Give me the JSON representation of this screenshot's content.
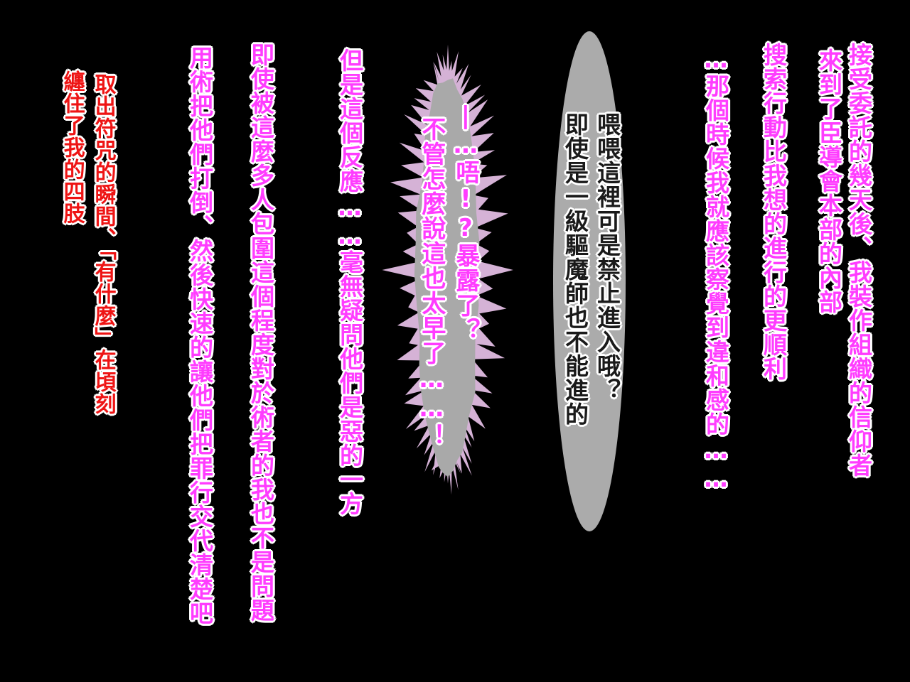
{
  "colors": {
    "background": "#000000",
    "narration_pink": "#ff3cff",
    "caption_red": "#ee1414",
    "speech_ink": "#1a1a1a",
    "outline_white": "#ffffff",
    "bubble_gray": "#ababab",
    "burst_spikes_pink": "#d5b2d6",
    "burst_core_gray": "#a9a9a9"
  },
  "narration": {
    "lines": [
      "接受委託的幾天後、我裝作組織的信仰者",
      "來到了臣導會本部的內部",
      "搜索行動比我想的進行的更順利",
      "…那個時候我就應該察覺到違和感的……",
      "但是這個反應……毫無疑問他們是惡的一方",
      "即使被這麼多人包圍這個程度對於術者的我也不是問題",
      "用術把他們打倒、然後快速的讓他們把罪行交代清楚吧"
    ]
  },
  "speech_ellipse": {
    "lines": [
      "喂喂這裡可是禁止進入哦？",
      "即使是一級驅魔師也不能進的"
    ]
  },
  "speech_burst": {
    "lines": [
      "|…唔!?暴露了？",
      "不管怎麼說這也太早了……！"
    ]
  },
  "caption": {
    "lines": [
      "取出符咒的瞬間、「有什麼」在頃刻",
      "纏住了我的四肢"
    ]
  }
}
